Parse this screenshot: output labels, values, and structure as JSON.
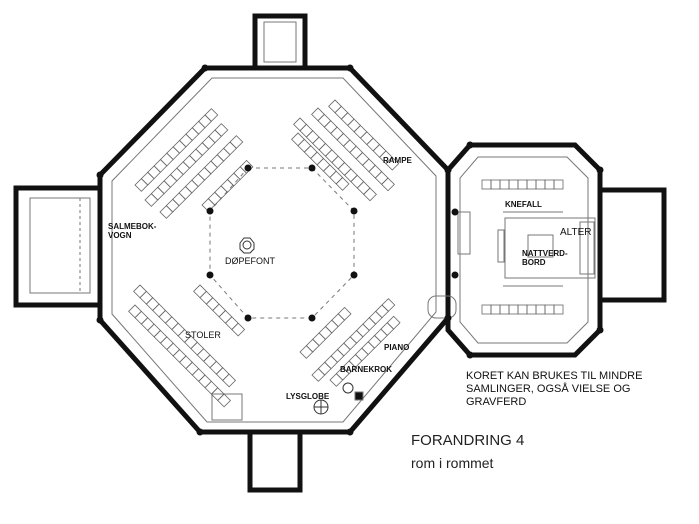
{
  "labels": {
    "salmebokvogn_1": "SALMEBOK-",
    "salmebokvogn_2": "VOGN",
    "dopefont": "DØPEFONT",
    "stoler": "STOLER",
    "rampe": "RAMPE",
    "piano": "PIANO",
    "barnekrok": "BARNEKROK",
    "lysglobe": "LYSGLOBE",
    "knefall": "KNEFALL",
    "alter": "ALTER",
    "nattverdbord_1": "NATTVERD-",
    "nattverdbord_2": "BORD"
  },
  "note": {
    "line1": "KORET KAN BRUKES TIL MINDRE",
    "line2": "SAMLINGER, OGSÅ VIELSE OG",
    "line3": "GRAVFERD"
  },
  "title": "FORANDRING 4",
  "subtitle": "rom i rommet",
  "colors": {
    "wall": "#111111",
    "line": "#555555",
    "background": "#ffffff"
  }
}
